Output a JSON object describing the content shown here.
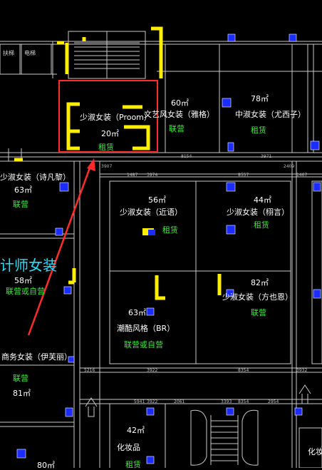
{
  "colors": {
    "background": "#000000",
    "wall": "#c9c9c9",
    "yellow_mark": "#ffee00",
    "blue_marker": "#1a2cff",
    "green_text": "#35e835",
    "cyan_text": "#1ee0ff",
    "selection": "#ff2a2a"
  },
  "top_left_signs": [
    "扶梯",
    "电梯"
  ],
  "units": {
    "selected": {
      "name": "少淑女装（Proom）",
      "area": "20㎡",
      "mode": "租赁"
    },
    "u60": {
      "area": "60㎡",
      "name": "文艺风女装（雅格）",
      "mode": "联营"
    },
    "u78": {
      "area": "78㎡",
      "name": "中淑女装（尤西子）",
      "mode": "租赁"
    },
    "u63a": {
      "name": "少淑女装（诗凡黎）",
      "area": "63㎡",
      "mode": "联营"
    },
    "u56": {
      "area": "56㎡",
      "name": "少淑女装（近语）",
      "mode": "租赁"
    },
    "u44": {
      "area": "44㎡",
      "name": "少淑女装（栩言）",
      "mode": "租赁"
    },
    "designer": {
      "name": "计师女装",
      "area": "58㎡",
      "mode": "联营或自营"
    },
    "u82": {
      "area": "82㎡",
      "name": "少淑女装（方也恩）",
      "mode": "联营"
    },
    "u63b": {
      "area": "63㎡",
      "name": "潮酷风格（BR）",
      "mode": "联营或自营"
    },
    "business": {
      "name": "商务女装（伊芙丽）",
      "mode": "联营",
      "area": "81㎡"
    },
    "cosmetics": {
      "area": "42㎡",
      "name": "化妆品",
      "mode": "租赁"
    },
    "cosmetics_right": {
      "name": "化妆"
    },
    "bottom_left": {
      "area": "80㎡"
    }
  },
  "dimensions": [
    "8154",
    "3971",
    "3974",
    "8557",
    "3922",
    "8354",
    "5216",
    "3922",
    "8354",
    "3932",
    "2061",
    "3393",
    "2954",
    "5941",
    "1467",
    "1487",
    "2409",
    "3907"
  ]
}
